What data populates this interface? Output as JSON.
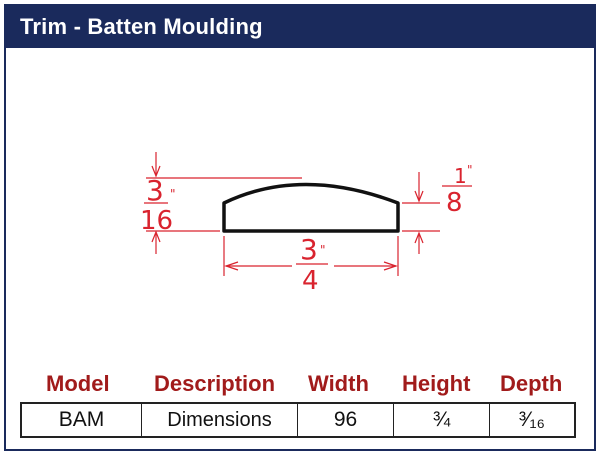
{
  "header": {
    "title": "Trim - Batten Moulding"
  },
  "drawing": {
    "height_note_top": "3",
    "height_note_bottom": "16",
    "height_note_unit": "\"",
    "depth_note_top": "1",
    "depth_note_bottom": "8",
    "depth_note_unit": "\"",
    "width_note_top": "3",
    "width_note_bottom": "4",
    "width_note_unit": "\"",
    "line_color": "#111111",
    "annotation_color": "#d9232e"
  },
  "spec": {
    "labels": {
      "model": "Model",
      "description": "Description",
      "width": "Width",
      "height": "Height",
      "depth": "Depth"
    },
    "row": {
      "model": "BAM",
      "description": "Dimensions",
      "width": "96",
      "height": "¾",
      "depth": "³⁄₁₆"
    }
  },
  "colors": {
    "header_bg": "#1a2a5c",
    "label_red": "#a11b1b"
  }
}
